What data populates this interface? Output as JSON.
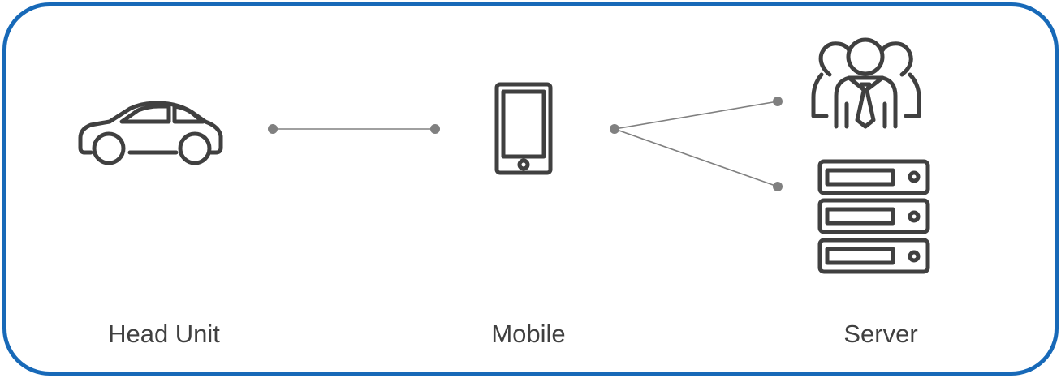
{
  "nodes": {
    "head_unit": {
      "label": "Head Unit",
      "icon": "car-icon"
    },
    "mobile": {
      "label": "Mobile",
      "icon": "smartphone-icon"
    },
    "server": {
      "label": "Server",
      "icons": [
        "users-group-icon",
        "server-rack-icon"
      ]
    }
  },
  "connections": [
    {
      "from": "head_unit",
      "to": "mobile"
    },
    {
      "from": "mobile",
      "to": "users-group-icon"
    },
    {
      "from": "mobile",
      "to": "server-rack-icon"
    }
  ],
  "colors": {
    "frame": "#1769b8",
    "icon_stroke": "#404040",
    "connector": "#808080",
    "label_text": "#404040"
  }
}
